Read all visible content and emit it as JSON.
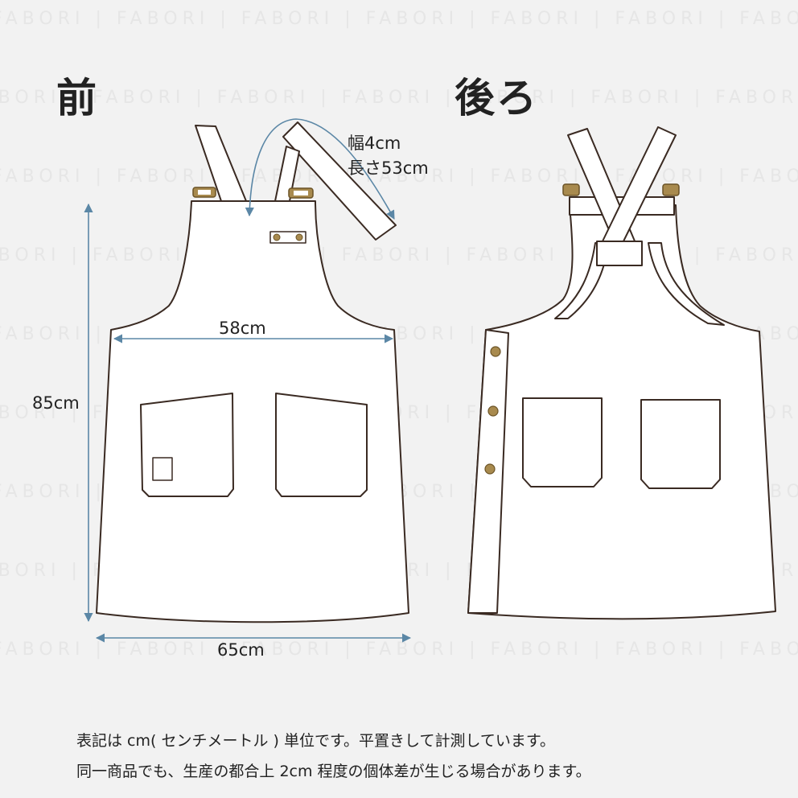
{
  "front": {
    "title": "前",
    "strap_width": "幅4cm",
    "strap_length": "長さ53cm",
    "chest_width": "58cm",
    "length": "85cm",
    "hem_width": "65cm"
  },
  "back": {
    "title": "後ろ"
  },
  "notes": [
    "表記は cm( センチメートル ) 単位です。平置きして計測しています。",
    "同一商品でも、生産の都合上 2cm 程度の個体差が生じる場合があります。"
  ],
  "watermark": "FABORI",
  "colors": {
    "background": "#f2f2f2",
    "garment_fill": "#ffffff",
    "outline": "#3a2a22",
    "dimension_arrow": "#5b87a6",
    "hardware": "#a88a4e"
  }
}
